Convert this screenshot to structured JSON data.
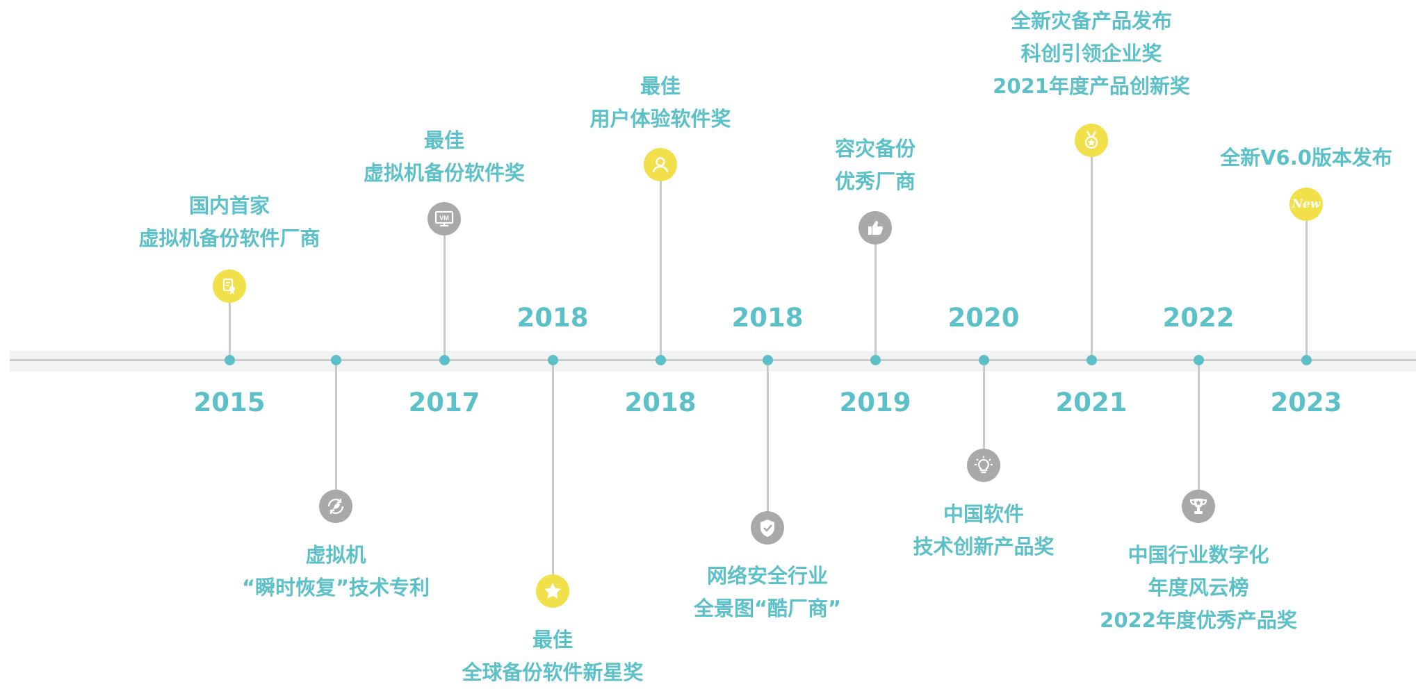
{
  "timeline": {
    "events": [
      {
        "id": "e1",
        "year": "2015",
        "icon": "certificate-icon",
        "icon_color": "yellow",
        "lines": [
          "国内首家",
          "虚拟机备份软件厂商"
        ]
      },
      {
        "id": "e2",
        "year": "",
        "icon": "rocket-refresh-icon",
        "icon_color": "grey",
        "lines": [
          "虚拟机",
          "“瞬时恢复”技术专利"
        ]
      },
      {
        "id": "e3",
        "year": "2017",
        "icon": "vm-monitor-icon",
        "icon_color": "grey",
        "lines": [
          "最佳",
          "虚拟机备份软件奖"
        ]
      },
      {
        "id": "e4",
        "year": "2018",
        "icon": "star-icon",
        "icon_color": "yellow",
        "lines": [
          "最佳",
          "全球备份软件新星奖"
        ]
      },
      {
        "id": "e5",
        "year": "2018",
        "icon": "user-icon",
        "icon_color": "yellow",
        "lines": [
          "最佳",
          "用户体验软件奖"
        ]
      },
      {
        "id": "e6",
        "year": "2018",
        "icon": "shield-check-icon",
        "icon_color": "grey",
        "lines": [
          "网络安全行业",
          "全景图“酷厂商”"
        ]
      },
      {
        "id": "e7",
        "year": "2019",
        "icon": "thumbs-up-icon",
        "icon_color": "grey",
        "lines": [
          "容灾备份",
          "优秀厂商"
        ]
      },
      {
        "id": "e8",
        "year": "2020",
        "icon": "lightbulb-icon",
        "icon_color": "grey",
        "lines": [
          "中国软件",
          "技术创新产品奖"
        ]
      },
      {
        "id": "e9",
        "year": "2021",
        "icon": "medal-icon",
        "icon_color": "yellow",
        "lines": [
          "全新灾备产品发布",
          "科创引领企业奖",
          "2021年度产品创新奖"
        ]
      },
      {
        "id": "e10",
        "year": "2022",
        "icon": "trophy-icon",
        "icon_color": "grey",
        "lines": [
          "中国行业数字化",
          "年度风云榜",
          "2022年度优秀产品奖"
        ]
      },
      {
        "id": "e11",
        "year": "2023",
        "icon": "new-badge-icon",
        "icon_color": "yellow",
        "icon_text": "New",
        "lines": [
          "全新V6.0版本发布"
        ]
      }
    ]
  },
  "colors": {
    "accent": "#5cc0c9",
    "yellow": "#f1e049",
    "grey": "#a9a9a9",
    "line": "#c9c9c9"
  }
}
